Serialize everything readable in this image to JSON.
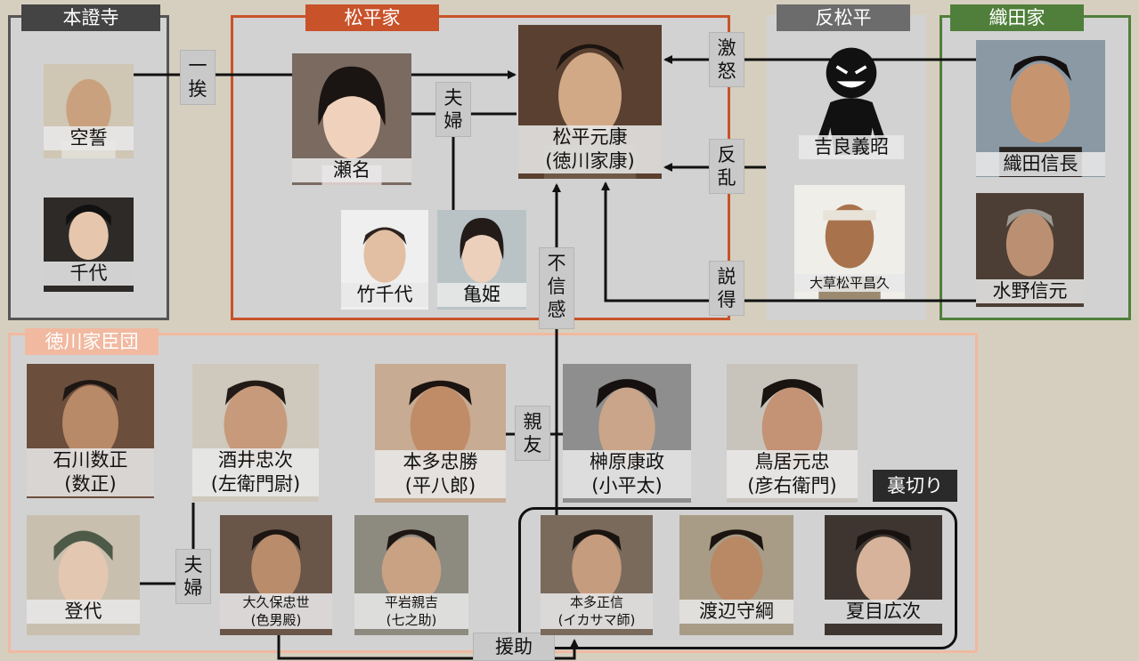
{
  "groups": {
    "honshoji": "本證寺",
    "matsudaira": "松平家",
    "anti": "反松平",
    "oda": "織田家",
    "tokugawa": "徳川家臣団",
    "betrayal": "裏切り"
  },
  "people": {
    "kuzei": "空誓",
    "chiyo": "千代",
    "sena": "瀬名",
    "takechiyo": "竹千代",
    "kamehime": "亀姫",
    "motoyasu_1": "松平元康",
    "motoyasu_2": "(徳川家康)",
    "kira": "吉良義昭",
    "okusa": "大草松平昌久",
    "nobunaga": "織田信長",
    "mizuno": "水野信元",
    "ishikawa_1": "石川数正",
    "ishikawa_2": "(数正)",
    "sakai_1": "酒井忠次",
    "sakai_2": "(左衛門尉)",
    "tadakatsu_1": "本多忠勝",
    "tadakatsu_2": "(平八郎)",
    "sakakibara_1": "榊原康政",
    "sakakibara_2": "(小平太)",
    "torii_1": "鳥居元忠",
    "torii_2": "(彦右衛門)",
    "toyo": "登代",
    "okubo_1": "大久保忠世",
    "okubo_2": "(色男殿)",
    "hiraiwa_1": "平岩親吉",
    "hiraiwa_2": "(七之助)",
    "masanobu_1": "本多正信",
    "masanobu_2": "(イカサマ師)",
    "watanabe": "渡辺守綱",
    "natsume": "夏目広次"
  },
  "relations": {
    "aisatsu": [
      "一",
      "挨"
    ],
    "fufu": [
      "夫",
      "婦"
    ],
    "gekido": [
      "激",
      "怒"
    ],
    "hanran": [
      "反",
      "乱"
    ],
    "settoku": [
      "説",
      "得"
    ],
    "fushinkan": [
      "不",
      "信",
      "感"
    ],
    "shinyu": [
      "親",
      "友"
    ],
    "fufu2": [
      "夫",
      "婦"
    ],
    "enjo": "援助"
  },
  "colors": {
    "matsudaira": "#c8522a",
    "oda": "#4f7f3a",
    "tokugawa": "#f1b9a0",
    "honshoji": "#555555",
    "anti": "#6c6c6c"
  }
}
